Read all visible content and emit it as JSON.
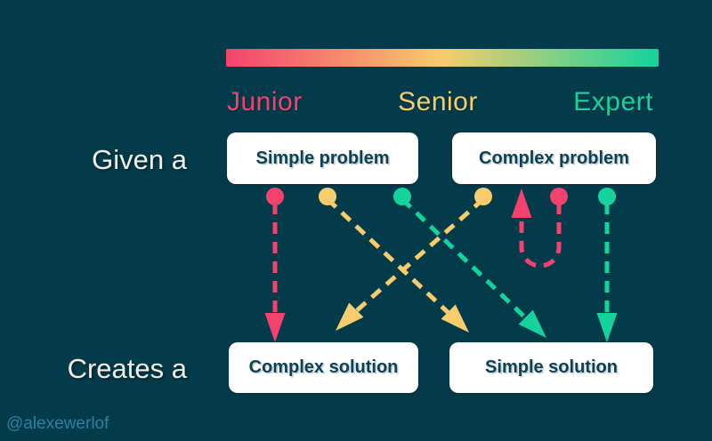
{
  "colors": {
    "background": "#043b4b",
    "junior_pink": "#f4426e",
    "senior_yellow": "#f7cc6c",
    "expert_green": "#14d39c",
    "box_bg": "#ffffff",
    "box_text": "#0d4155",
    "row_label_text": "#f2efe9",
    "watermark_text": "#2d80a4"
  },
  "legend": {
    "levels": [
      {
        "label": "Junior",
        "color": "#f4426e"
      },
      {
        "label": "Senior",
        "color": "#f7cc6c"
      },
      {
        "label": "Expert",
        "color": "#14d39c"
      }
    ]
  },
  "rows": {
    "given_label": "Given a",
    "creates_label": "Creates a"
  },
  "boxes": {
    "simple_problem": "Simple problem",
    "complex_problem": "Complex problem",
    "complex_solution": "Complex solution",
    "simple_solution": "Simple solution"
  },
  "connections": [
    {
      "persona": "Junior",
      "from": "Simple problem",
      "to": "Complex solution",
      "style": "straight-down"
    },
    {
      "persona": "Junior",
      "from": "Complex problem",
      "to": "Complex problem",
      "style": "u-turn-back"
    },
    {
      "persona": "Senior",
      "from": "Simple problem",
      "to": "Simple solution",
      "style": "diagonal"
    },
    {
      "persona": "Senior",
      "from": "Complex problem",
      "to": "Complex solution",
      "style": "diagonal"
    },
    {
      "persona": "Expert",
      "from": "Simple problem",
      "to": "Simple solution",
      "style": "diagonal"
    },
    {
      "persona": "Expert",
      "from": "Complex problem",
      "to": "Simple solution",
      "style": "straight-down"
    }
  ],
  "watermark": "@alexewerlof"
}
